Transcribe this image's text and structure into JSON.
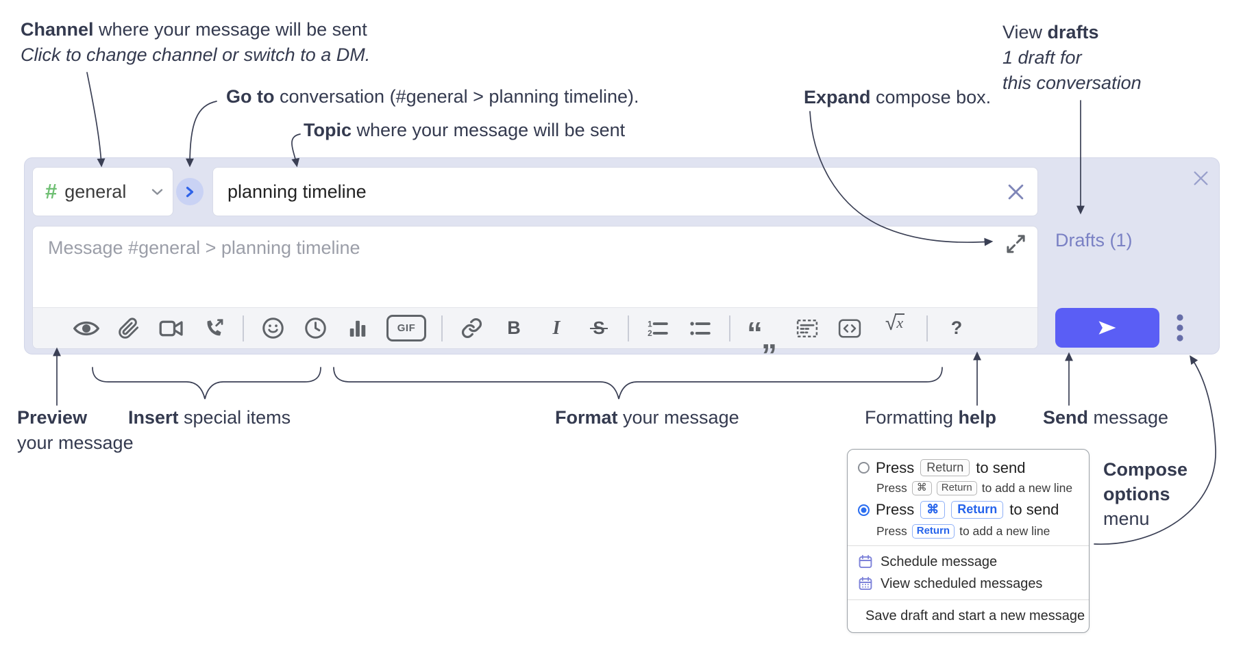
{
  "annotations": {
    "channel_line1_bold": "Channel",
    "channel_line1_rest": " where your message will be sent",
    "channel_line2": "Click to change channel or switch to a DM.",
    "goto_bold": "Go to",
    "goto_rest": " conversation (#general > planning timeline).",
    "topic_bold": "Topic",
    "topic_rest": " where your message will be sent",
    "expand_bold": "Expand",
    "expand_rest": " compose box.",
    "drafts_line1_pre": "View ",
    "drafts_line1_bold": "drafts",
    "drafts_line2": "1 draft for",
    "drafts_line3": "this conversation",
    "preview_bold": "Preview",
    "preview_line2": "your message",
    "insert_bold": "Insert",
    "insert_rest": " special items",
    "format_bold": "Format",
    "format_rest": " your message",
    "help_pre": "Formatting ",
    "help_bold": "help",
    "send_bold": "Send",
    "send_rest": " message",
    "compose_line1": "Compose",
    "compose_line2": "options",
    "compose_line3": "menu"
  },
  "compose": {
    "hash": "#",
    "channel_name": "general",
    "topic_value": "planning timeline",
    "message_placeholder": "Message #general > planning timeline",
    "drafts_link": "Drafts (1)"
  },
  "toolbar": {
    "gif": "GIF",
    "bold": "B",
    "italic": "I",
    "strike": "S",
    "quote_open": "“",
    "quote_close": "„",
    "sqrt": "√",
    "math_x": "x",
    "help": "?"
  },
  "popup": {
    "opt1_press": "Press",
    "opt1_kbd": "Return",
    "opt1_rest": "to send",
    "opt1_sub_press": "Press",
    "opt1_sub_kbd1": "⌘",
    "opt1_sub_kbd2": "Return",
    "opt1_sub_rest": "to add a new line",
    "opt2_press": "Press",
    "opt2_kbd1": "⌘",
    "opt2_kbd2": "Return",
    "opt2_rest": "to send",
    "opt2_sub_press": "Press",
    "opt2_sub_kbd": "Return",
    "opt2_sub_rest": "to add a new line",
    "item1": "Schedule message",
    "item2": "View scheduled messages",
    "item3": "Save draft and start a new message"
  },
  "colors": {
    "panel": "#e0e3f1",
    "send_button": "#5a5ef5",
    "drafts_link": "#7a81c4",
    "hash_green": "#6fbf73",
    "radio_blue": "#2b6ef0",
    "icon_gray": "#5f6368",
    "annotation_text": "#343a4f"
  }
}
